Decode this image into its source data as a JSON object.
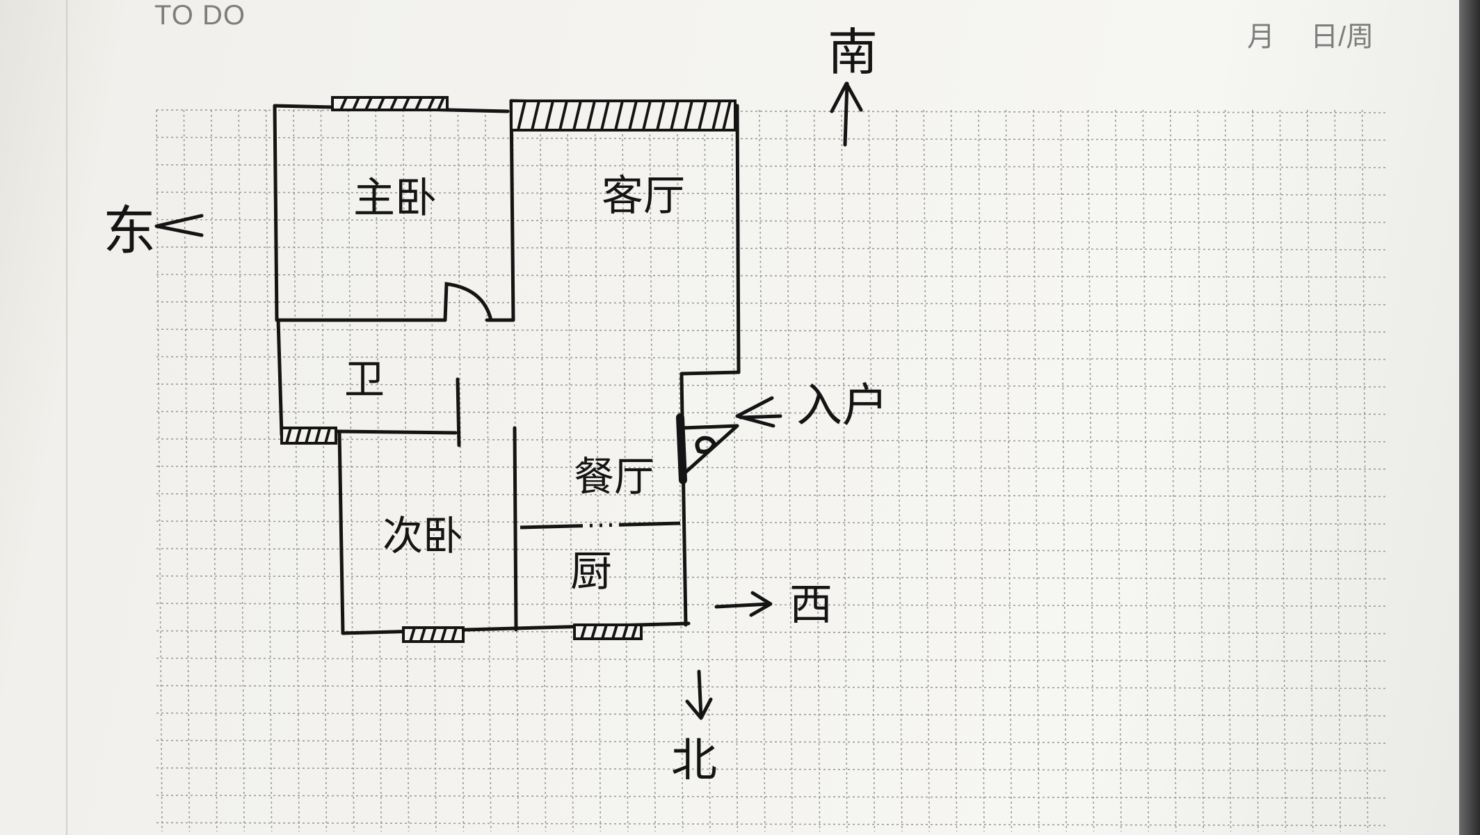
{
  "header": {
    "todo_label": "TO DO",
    "date_label": "月 日/周"
  },
  "compass": {
    "south": "南",
    "east": "东",
    "west": "西",
    "north": "北"
  },
  "rooms": {
    "master_bedroom": "主卧",
    "living_room": "客厅",
    "bathroom": "卫",
    "second_bedroom": "次卧",
    "dining_room": "餐厅",
    "kitchen": "厨"
  },
  "entrance_label": "入户",
  "colors": {
    "ink": "#141414",
    "grid": "#9a9a9a",
    "printed_text": "#7d7d7d"
  }
}
